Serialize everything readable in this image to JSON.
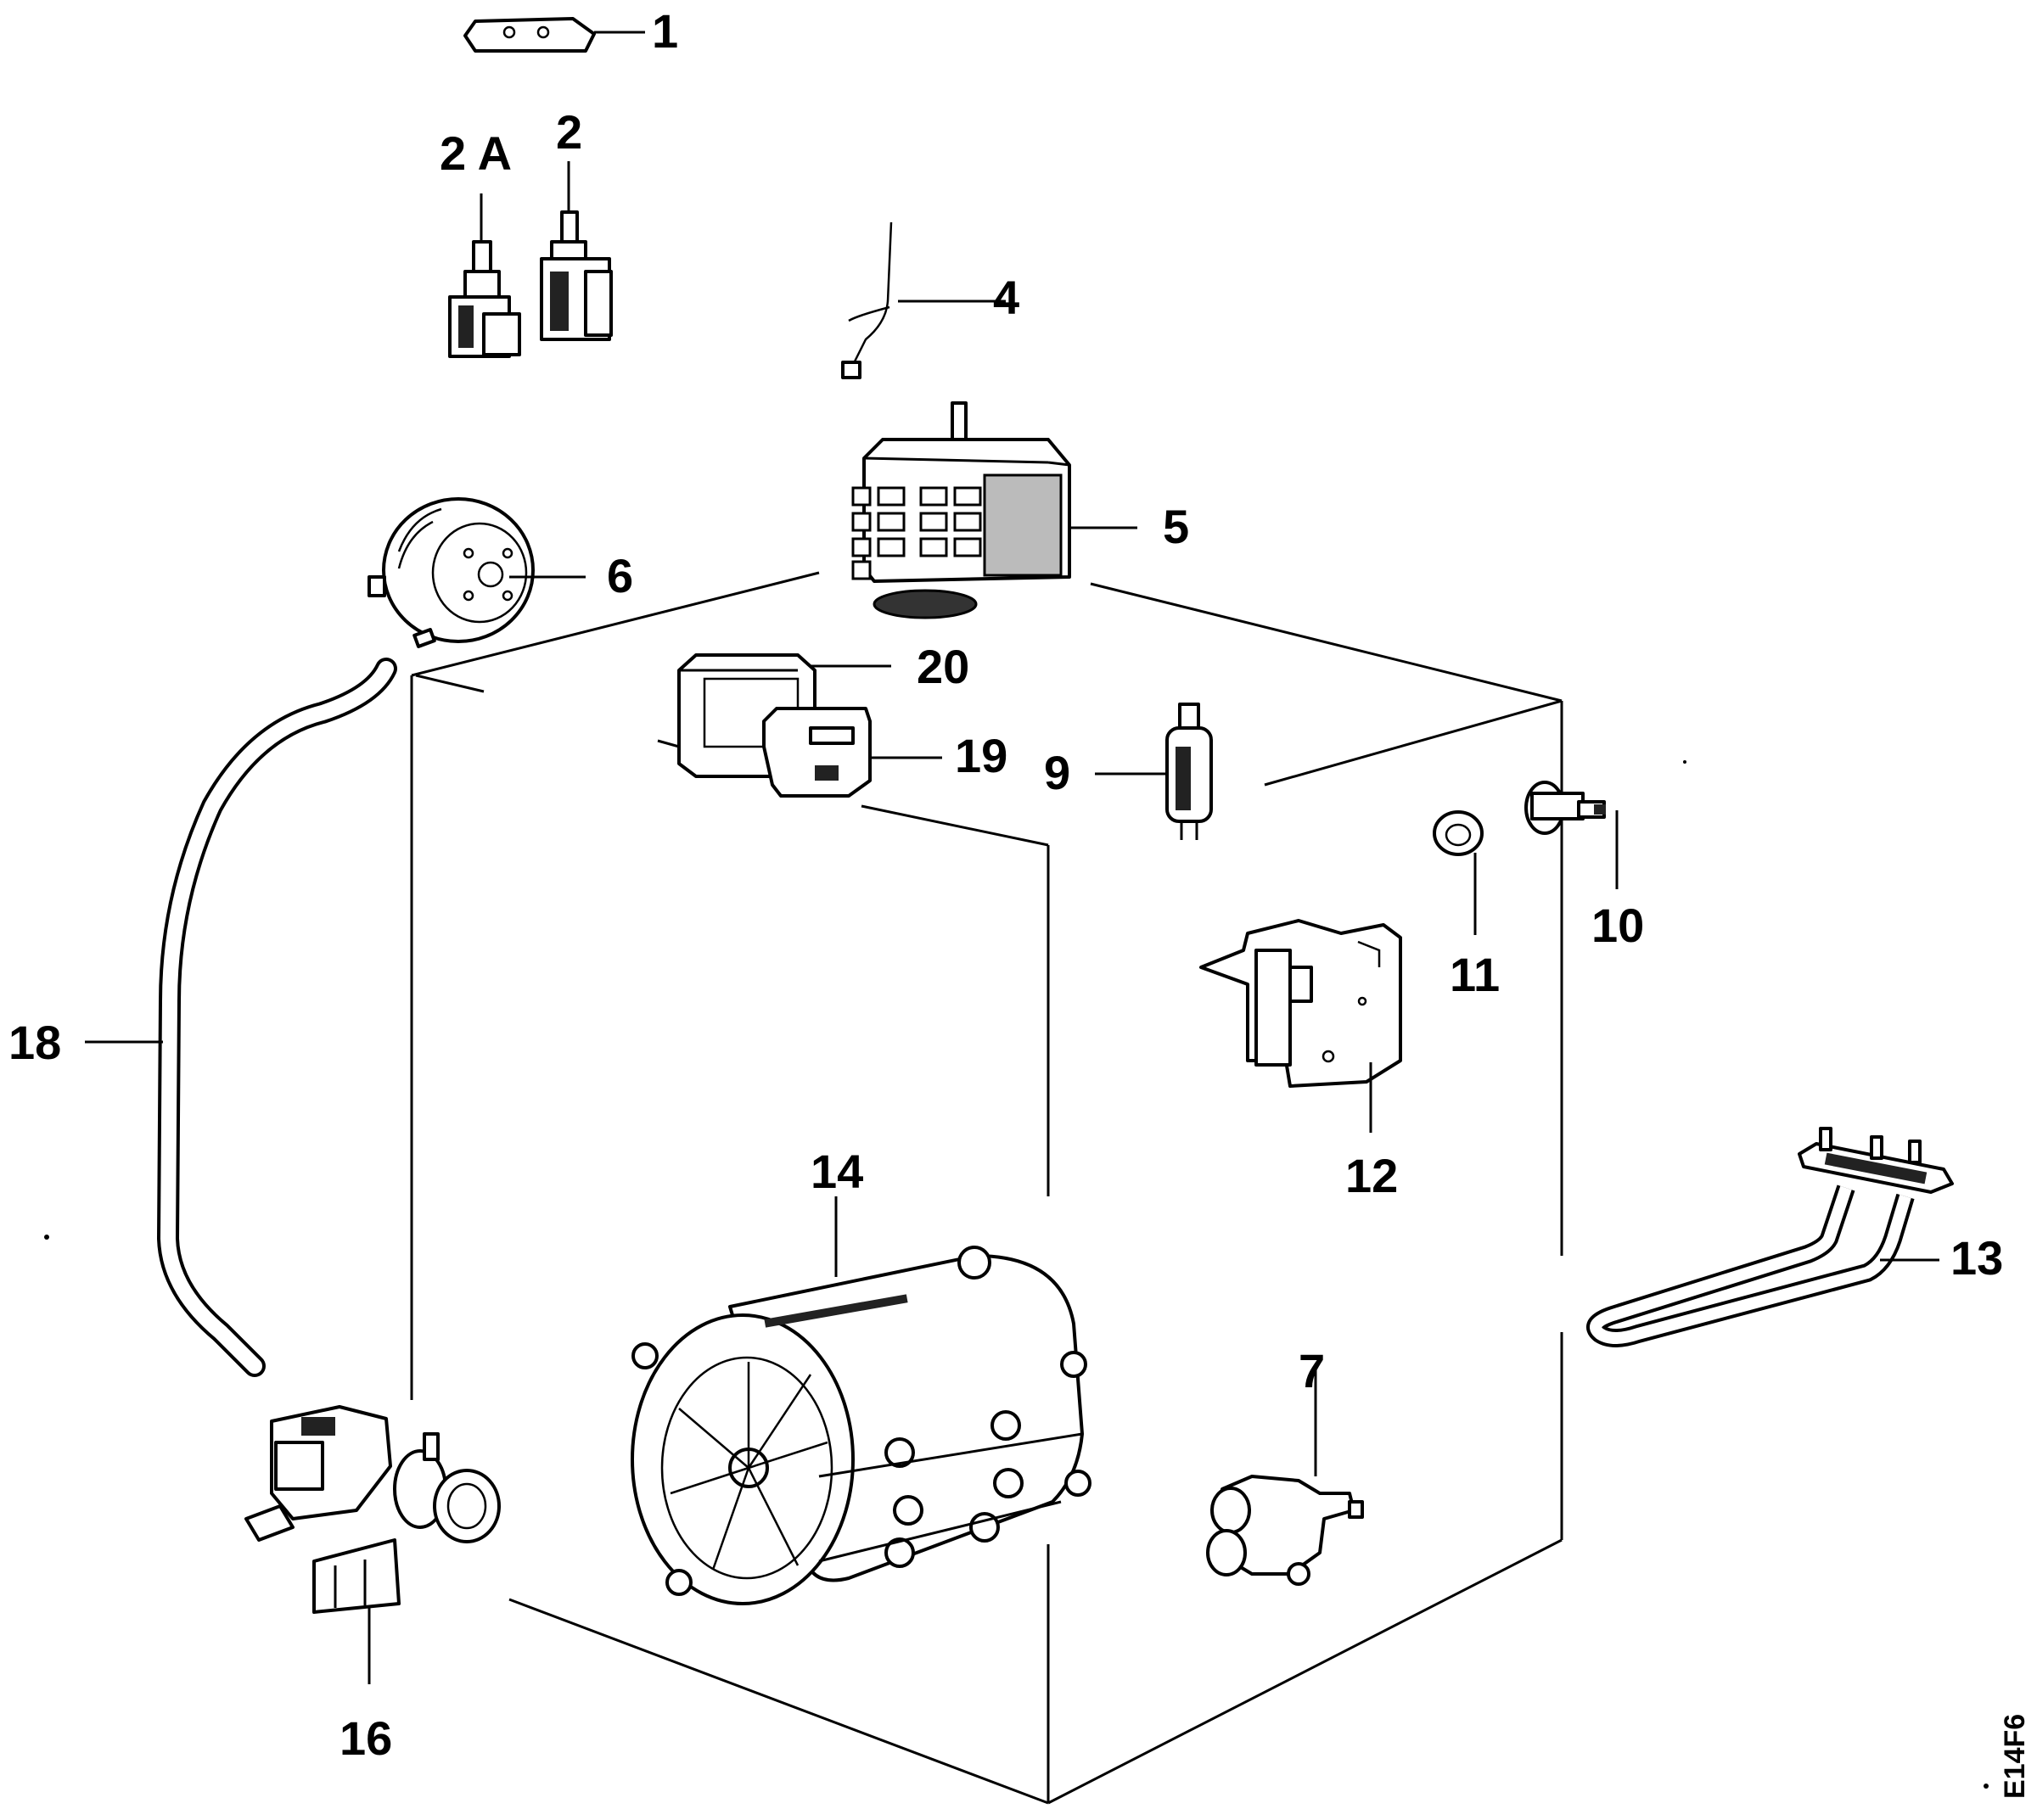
{
  "diagram": {
    "code": "E14F6",
    "labels": {
      "p1": "1",
      "p2": "2",
      "p2a": "2 A",
      "p4": "4",
      "p5": "5",
      "p6": "6",
      "p7": "7",
      "p9": "9",
      "p10": "10",
      "p11": "11",
      "p12": "12",
      "p13": "13",
      "p14": "14",
      "p16": "16",
      "p18": "18",
      "p19": "19",
      "p20": "20"
    }
  }
}
